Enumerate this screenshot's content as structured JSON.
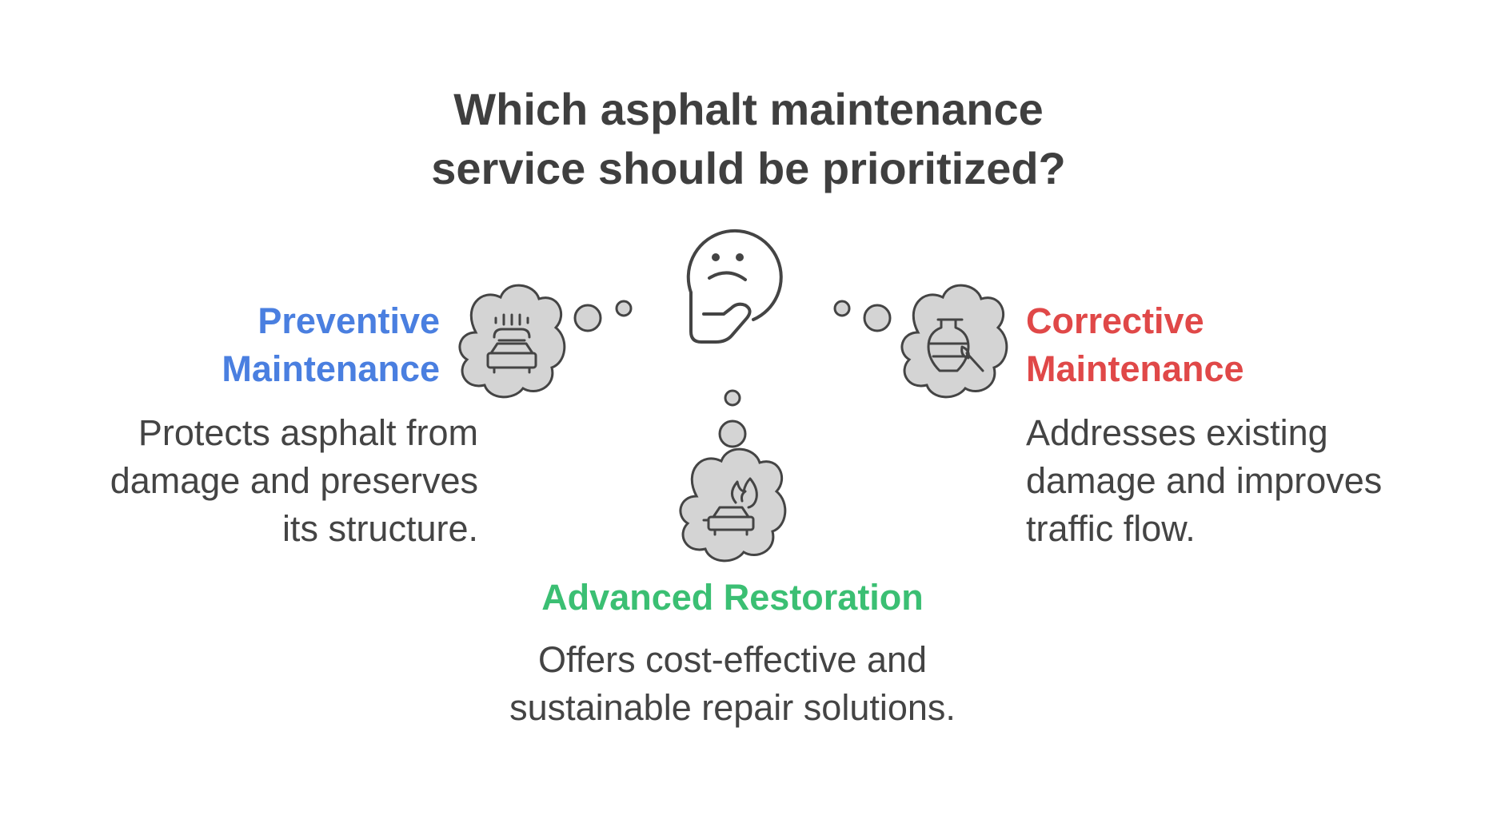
{
  "title": {
    "line1": "Which asphalt maintenance",
    "line2": "service should be prioritized?"
  },
  "options": {
    "preventive": {
      "heading_line1": "Preventive",
      "heading_line2": "Maintenance",
      "desc_line1": "Protects asphalt from",
      "desc_line2": "damage and preserves",
      "desc_line3": "its structure.",
      "color": "#4a7fe0",
      "icon": "car-wash-icon"
    },
    "corrective": {
      "heading_line1": "Corrective",
      "heading_line2": "Maintenance",
      "desc_line1": "Addresses existing",
      "desc_line2": "damage and improves",
      "desc_line3": "traffic flow.",
      "color": "#e04848",
      "icon": "pot-and-brush-icon"
    },
    "advanced": {
      "heading": "Advanced Restoration",
      "desc_line1": "Offers cost-effective and",
      "desc_line2": "sustainable repair solutions.",
      "color": "#3bbf73",
      "icon": "car-fire-icon"
    }
  },
  "colors": {
    "text": "#444444",
    "cloud_fill": "#d4d4d4",
    "stroke": "#444444"
  },
  "center_icon": "thinking-face-icon"
}
